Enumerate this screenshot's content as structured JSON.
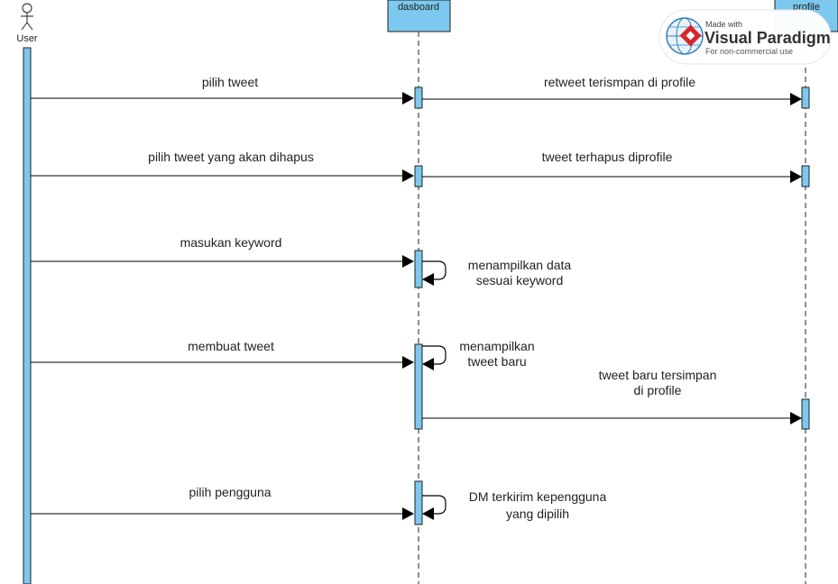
{
  "participants": {
    "user": "User",
    "dasboard": "dasboard",
    "profile": "profile"
  },
  "messages": {
    "m1": "pilih tweet",
    "m2": "retweet terismpan di profile",
    "m3": "pilih tweet yang akan dihapus",
    "m4": "tweet terhapus diprofile",
    "m5": "masukan keyword",
    "m6_line1": "menampilkan data",
    "m6_line2": "sesuai keyword",
    "m7": "membuat tweet",
    "m8_line1": "menampilkan",
    "m8_line2": "tweet baru",
    "m9_line1": "tweet baru tersimpan",
    "m9_line2": "di profile",
    "m10": "pilih pengguna",
    "m11_line1": "DM terkirim kepengguna",
    "m11_line2": "yang dipilih"
  },
  "watermark": {
    "made_with": "Made with",
    "brand": "Visual Paradigm",
    "note": "For non-commercial use"
  },
  "colors": {
    "activation": "#7cc8ee",
    "brand_red": "#d9262b",
    "brand_blue": "#2e7fbf"
  }
}
